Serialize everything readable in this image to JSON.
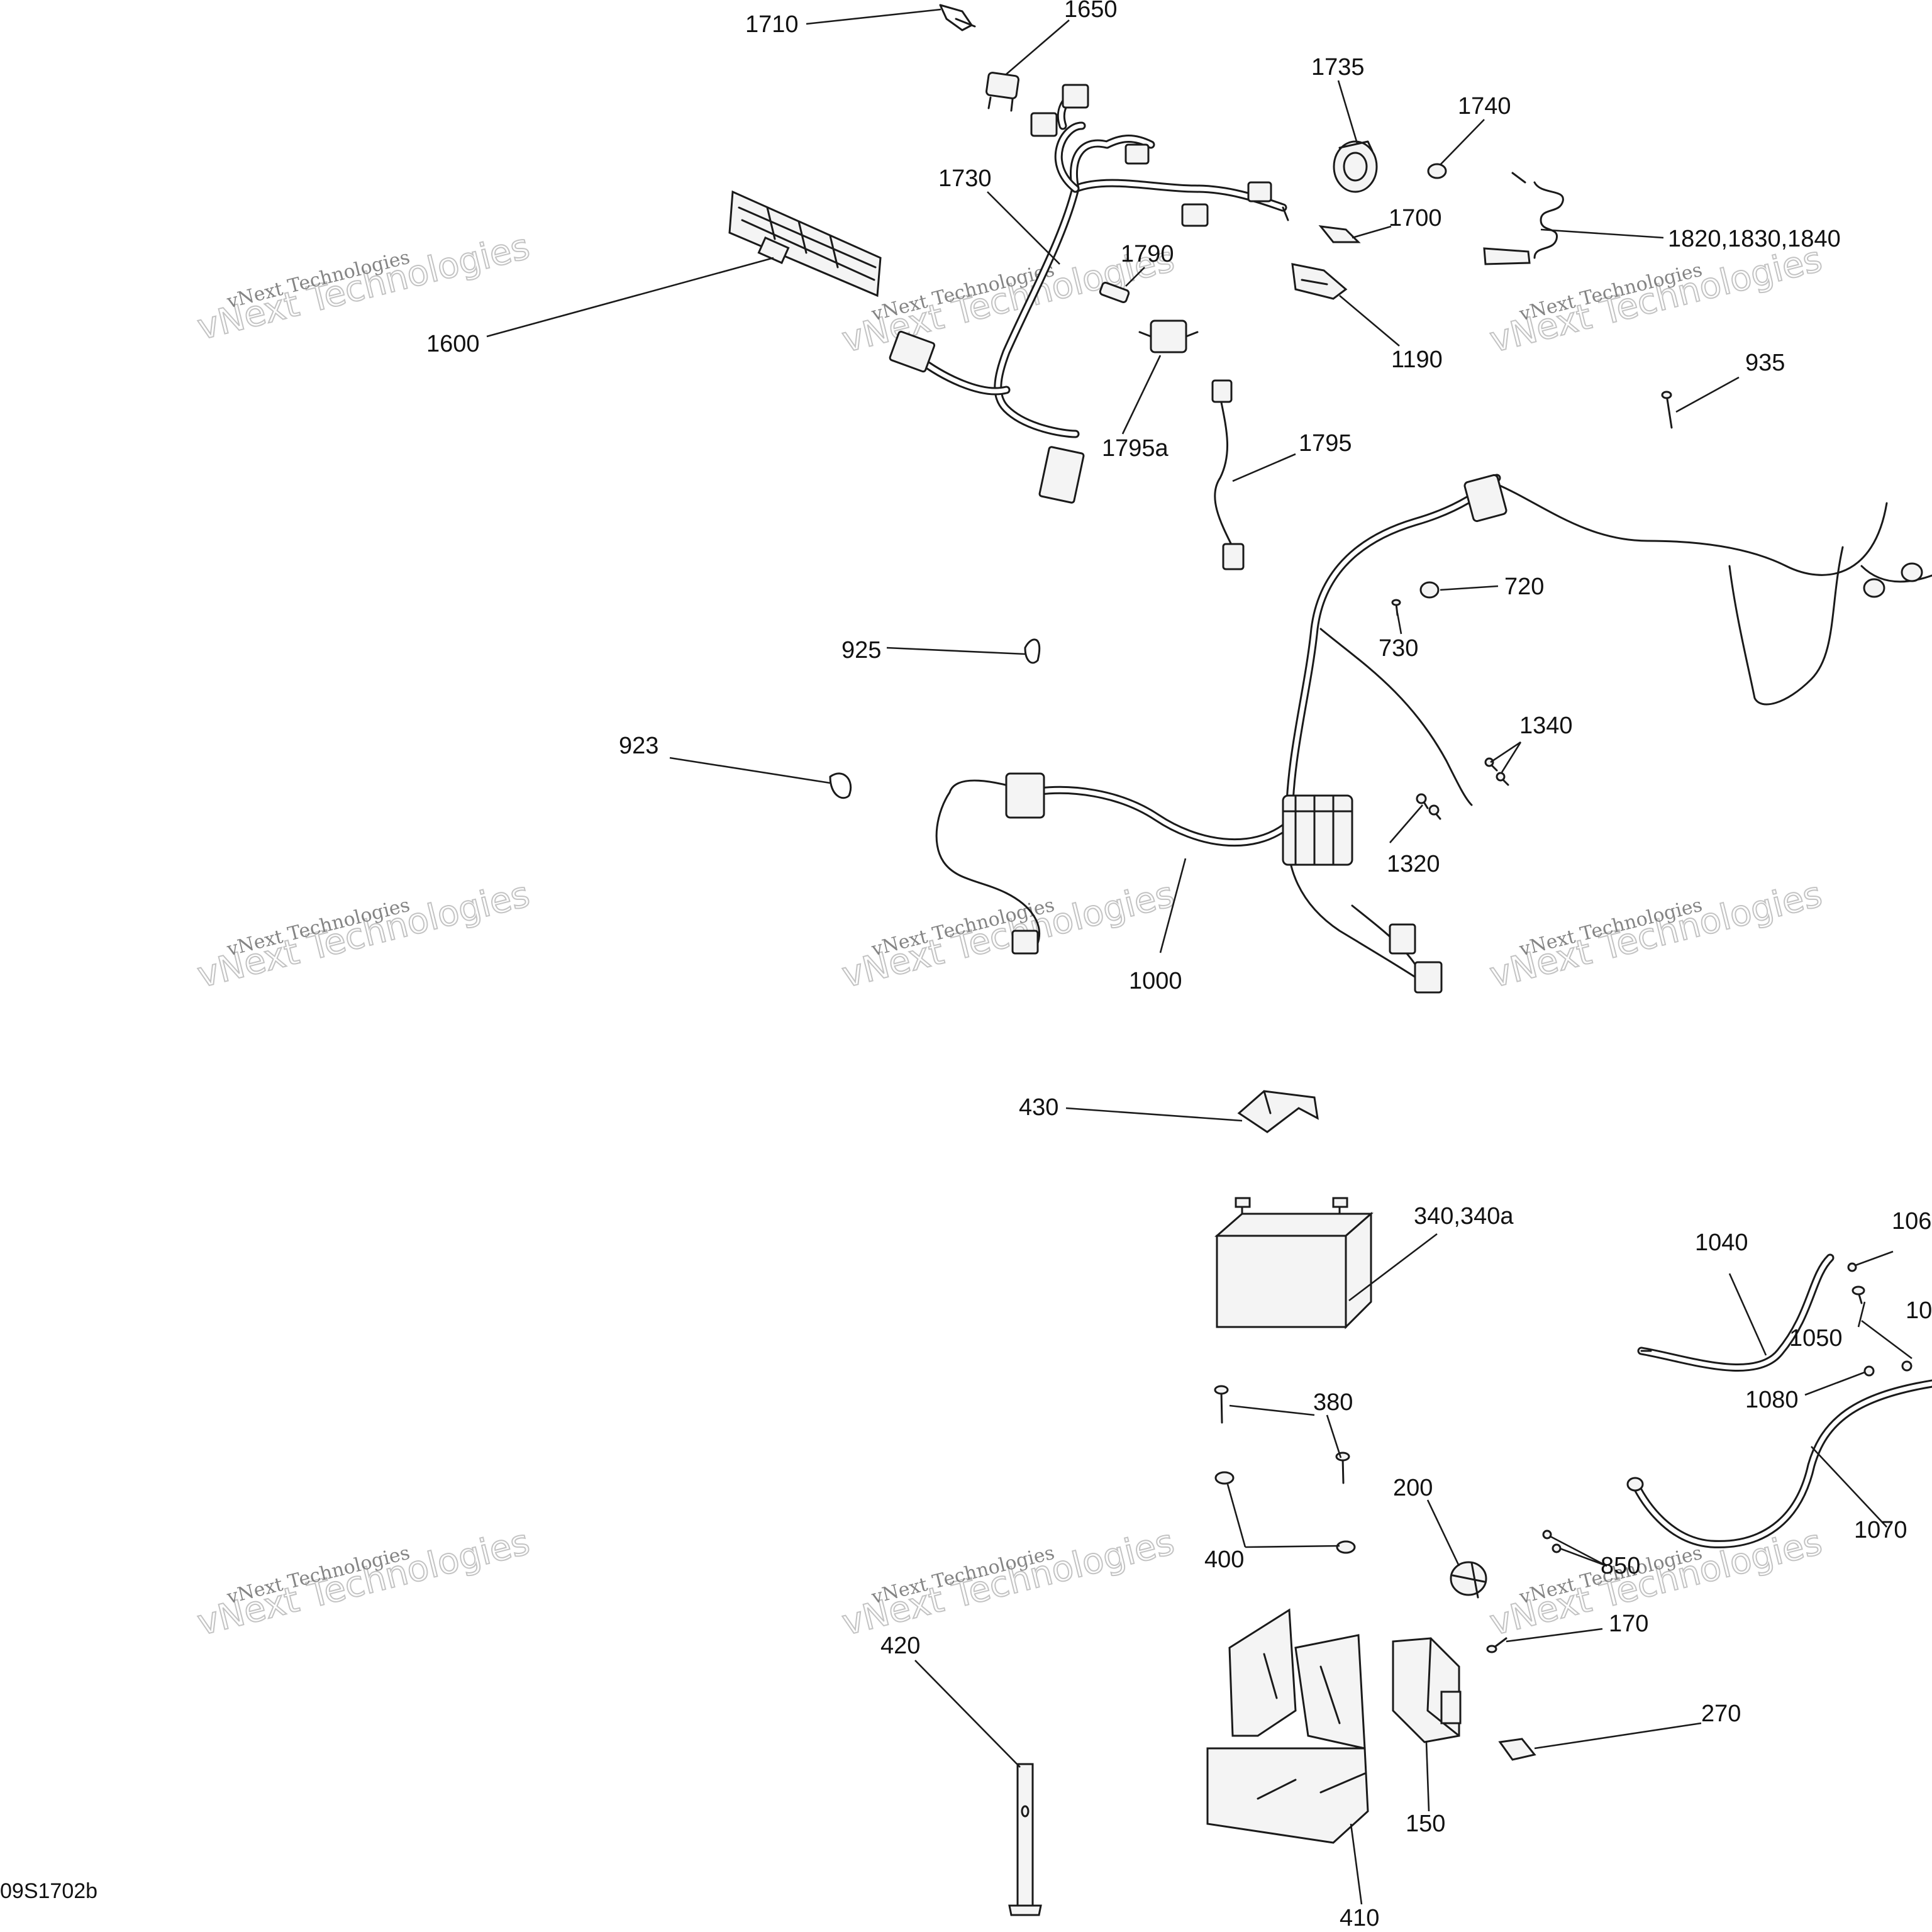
{
  "callouts": {
    "c1710": "1710",
    "c1650": "1650",
    "c1735": "1735",
    "c1740": "1740",
    "c1730": "1730",
    "c1700": "1700",
    "c1820": "1820,1830,1840",
    "c1790": "1790",
    "c1600": "1600",
    "c1190": "1190",
    "c935": "935",
    "c1795a": "1795a",
    "c1795": "1795",
    "c720": "720",
    "c730": "730",
    "c925": "925",
    "c1340": "1340",
    "c923": "923",
    "c1320": "1320",
    "c1000": "1000",
    "c430": "430",
    "c340": "340,340a",
    "c106": "106",
    "c1040": "1040",
    "c1050": "1050",
    "c10": "10",
    "c1080": "1080",
    "c380": "380",
    "c200": "200",
    "c1070": "1070",
    "c400": "400",
    "c850": "850",
    "c170": "170",
    "c420": "420",
    "c270": "270",
    "c150": "150",
    "c410": "410"
  },
  "watermark": {
    "line1": "vNext Technologies",
    "line2": "vNext Technologies"
  },
  "figure_code": "09S1702b"
}
